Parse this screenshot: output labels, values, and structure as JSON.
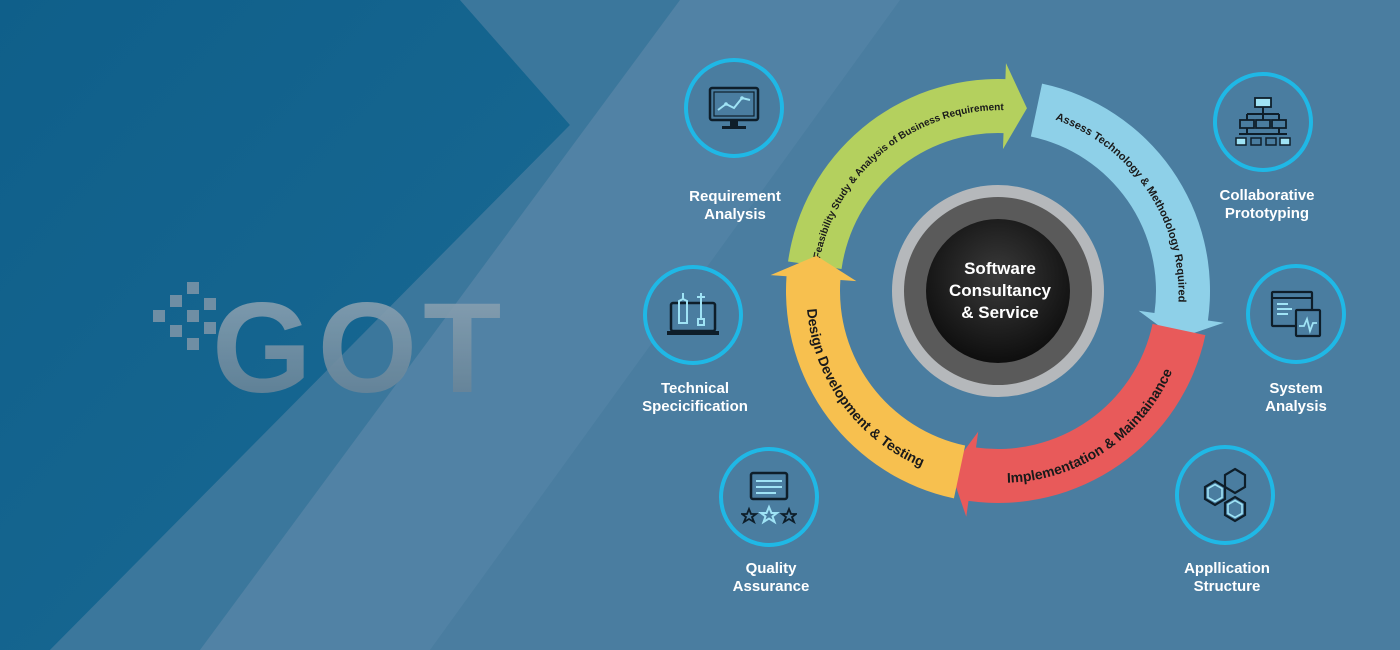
{
  "brand": {
    "logo_text": "GOT"
  },
  "colors": {
    "background": "#4a7da0",
    "accent_circle": "#1fb8e6",
    "arc_green": "#b4d05e",
    "arc_blue": "#8ed0e8",
    "arc_red": "#e85a5a",
    "arc_yellow": "#f7c04f",
    "hub_dark": "#1a1a1a",
    "hub_ring": "#b5b8bb"
  },
  "hub": {
    "line1": "Software",
    "line2": "Consultancy",
    "line3": "& Service"
  },
  "cycle": [
    {
      "label": "Feasibility Study & Analysis of Business Requirement",
      "color": "arc_green"
    },
    {
      "label": "Assess Technology & Methodology Required",
      "color": "arc_blue"
    },
    {
      "label": "Implementation & Maintainance",
      "color": "arc_red"
    },
    {
      "label": "Design Development & Testing",
      "color": "arc_yellow"
    }
  ],
  "features": [
    {
      "line1": "Requirement",
      "line2": "Analysis",
      "icon": "monitor-chart-icon"
    },
    {
      "line1": "Technical",
      "line2": "Specicification",
      "icon": "tools-laptop-icon"
    },
    {
      "line1": "Quality",
      "line2": "Assurance",
      "icon": "rating-stars-icon"
    },
    {
      "line1": "Collaborative",
      "line2": "Prototyping",
      "icon": "hierarchy-icon"
    },
    {
      "line1": "System",
      "line2": "Analysis",
      "icon": "system-windows-icon"
    },
    {
      "line1": "Appllication",
      "line2": "Structure",
      "icon": "hexagons-icon"
    }
  ]
}
